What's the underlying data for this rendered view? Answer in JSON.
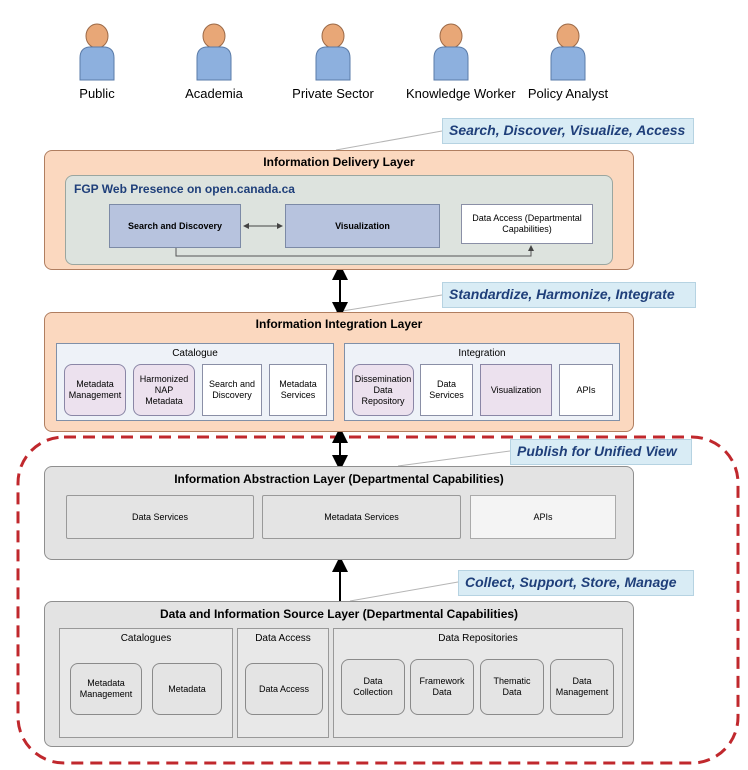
{
  "users": [
    "Public",
    "Academia",
    "Private Sector",
    "Knowledge Worker",
    "Policy Analyst"
  ],
  "callouts": {
    "delivery": "Search, Discover, Visualize, Access",
    "integration": "Standardize, Harmonize, Integrate",
    "abstraction": "Publish for Unified View",
    "source": "Collect, Support, Store, Manage"
  },
  "delivery": {
    "title": "Information Delivery Layer",
    "web_title": "FGP Web Presence on open.canada.ca",
    "search": "Search and Discovery",
    "visualization": "Visualization",
    "data_access": "Data Access (Departmental Capabilities)"
  },
  "integration": {
    "title": "Information Integration Layer",
    "catalogue": {
      "title": "Catalogue",
      "items": [
        "Metadata Management",
        "Harmonized NAP Metadata",
        "Search and Discovery",
        "Metadata Services"
      ]
    },
    "integ": {
      "title": "Integration",
      "items": [
        "Dissemination Data Repository",
        "Data Services",
        "Visualization",
        "APIs"
      ]
    }
  },
  "abstraction": {
    "title": "Information Abstraction Layer (Departmental Capabilities)",
    "items": [
      "Data Services",
      "Metadata Services",
      "APIs"
    ]
  },
  "source": {
    "title": "Data and Information Source Layer (Departmental Capabilities)",
    "catalogues": {
      "title": "Catalogues",
      "items": [
        "Metadata Management",
        "Metadata"
      ]
    },
    "data_access": {
      "title": "Data Access",
      "items": [
        "Data Access"
      ]
    },
    "repositories": {
      "title": "Data Repositories",
      "items": [
        "Data Collection",
        "Framework Data",
        "Thematic Data",
        "Data Management"
      ]
    }
  },
  "colors": {
    "accent_text": "#1f3f7a",
    "callout_bg": "#d9ecf5",
    "orange_layer": "#fbd8bf",
    "grey_layer": "#e3e3e3",
    "dashed_border": "#c0282d"
  }
}
